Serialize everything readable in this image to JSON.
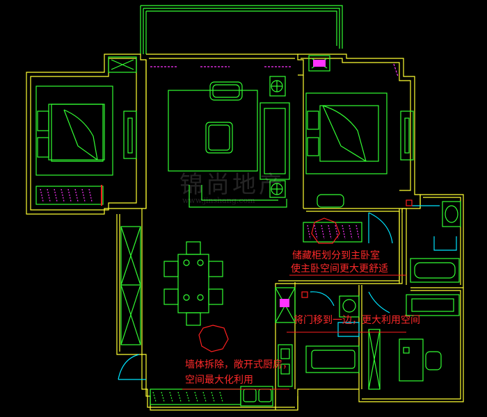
{
  "colors": {
    "background": "#000000",
    "wall": "#ffff33",
    "furniture": "#33ff33",
    "fixture": "#00ffff",
    "annotation": "#ff2020",
    "accent": "#ff33ff",
    "door": "#00e5ff"
  },
  "annotations": {
    "storage_note_line1": "储藏柜划分到主卧室",
    "storage_note_line2": "使主卧空间更大更舒适",
    "door_note": "将门移到一边，更大利用空间",
    "kitchen_note_line1": "墙体拆除，敞开式厨房，",
    "kitchen_note_line2": "空间最大化利用"
  },
  "watermark": {
    "logo_text": "锦尚地产",
    "url_text": "www.jinshang.com"
  }
}
